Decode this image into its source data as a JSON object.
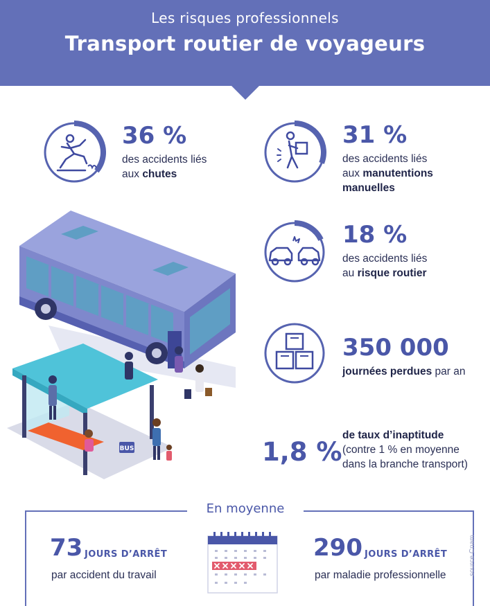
{
  "header": {
    "subtitle": "Les risques professionnels",
    "title": "Transport routier de voyageurs"
  },
  "stats": [
    {
      "value": "36 %",
      "line1": "des accidents liés",
      "line2_prefix": "aux ",
      "line2_bold": "chutes",
      "icon": "slip-fall-icon",
      "level": 0.36
    },
    {
      "value": "31 %",
      "line1": "des accidents liés",
      "line2_prefix": "aux ",
      "line2_bold": "manutentions",
      "line3_bold": "manuelles",
      "icon": "carrying-box-icon",
      "level": 0.31
    },
    {
      "value": "18 %",
      "line1": "des accidents liés",
      "line2_prefix": "au ",
      "line2_bold": "risque routier",
      "icon": "car-crash-icon",
      "level": 0.18
    },
    {
      "value": "350 000",
      "line1_bold": "journées perdues",
      "line1_suffix": " par an",
      "icon": "boxes-icon"
    },
    {
      "value": "1,8 %",
      "line1_bold": "de taux d’inaptitude",
      "line2": "(contre 1 % en moyenne",
      "line3": "dans la branche transport)"
    }
  ],
  "bus_sign": "BUS",
  "average": {
    "title": "En moyenne",
    "left_num": "73",
    "left_unit": "JOURS D’ARRÊT",
    "left_desc": "par accident du travail",
    "right_num": "290",
    "right_unit": "JOURS D’ARRÊT",
    "right_desc": "par maladie professionnelle"
  },
  "source": "source Cnam",
  "colors": {
    "primary": "#6370b8",
    "text_dark": "#2a2f55",
    "accent_red": "#e25b6d",
    "bus_body": "#8a93d4",
    "shelter": "#4fc3d9"
  }
}
